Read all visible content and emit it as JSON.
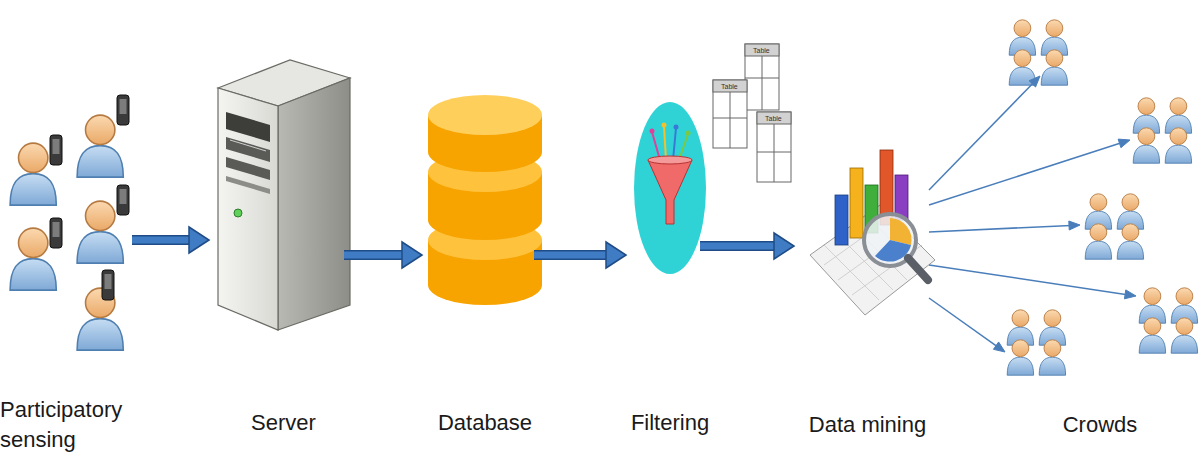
{
  "diagram": {
    "nodes": [
      {
        "text": [
          "Participatory sensing"
        ]
      },
      {
        "text": [
          "Server"
        ]
      },
      {
        "text": [
          "Database"
        ]
      },
      {
        "text": [
          "Filtering"
        ]
      },
      {
        "text": [
          "Data mining"
        ]
      },
      {
        "text": [
          "Crowds"
        ]
      }
    ],
    "edges": [
      {
        "from": 0,
        "to": 1,
        "arrow": "to"
      },
      {
        "from": 1,
        "to": 2,
        "arrow": "to"
      },
      {
        "from": 2,
        "to": 3,
        "arrow": "to"
      },
      {
        "from": 3,
        "to": 4,
        "arrow": "to"
      },
      {
        "from": 4,
        "to": 5,
        "arrow": "to"
      },
      {
        "from": 4,
        "to": 5,
        "arrow": "to"
      },
      {
        "from": 4,
        "to": 5,
        "arrow": "to"
      },
      {
        "from": 4,
        "to": 5,
        "arrow": "to"
      },
      {
        "from": 4,
        "to": 5,
        "arrow": "to"
      }
    ],
    "labels": [
      "Table",
      "Table",
      "Table"
    ]
  }
}
